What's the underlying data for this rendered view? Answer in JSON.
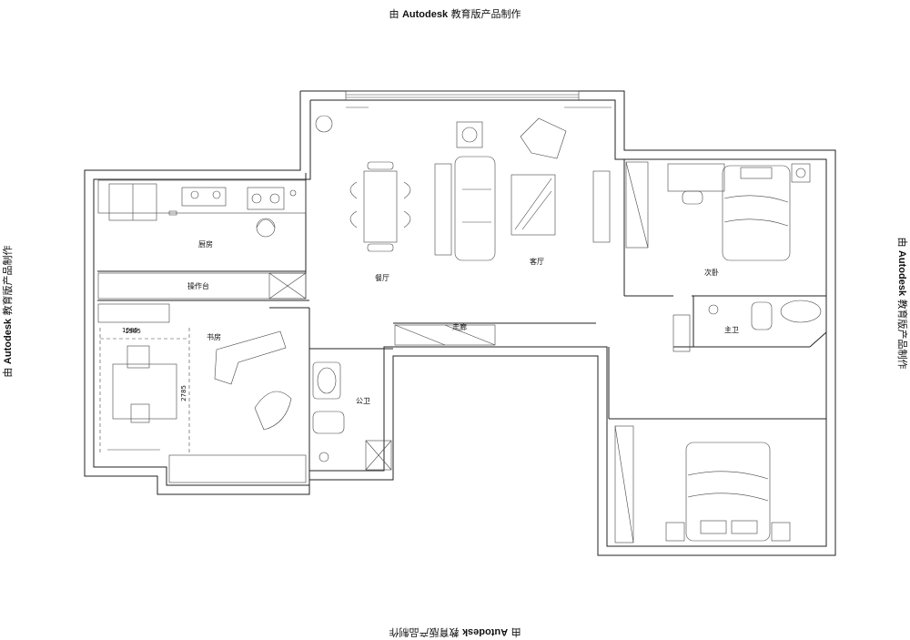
{
  "watermark": {
    "prefix": "由",
    "brand": "Autodesk",
    "suffix": "教育版产品制作"
  },
  "rooms": {
    "kitchen": "厨房",
    "counter": "操作台",
    "dining": "餐厅",
    "living": "客厅",
    "hallway": "走廊",
    "second_bedroom": "次卧",
    "master_bath": "主卫",
    "study": "书房",
    "public_bath": "公卫"
  },
  "dimensions": {
    "study_width_1": "1585",
    "study_width_2": "1585",
    "study_depth": "2785"
  },
  "colors": {
    "line": "#222222",
    "background": "#ffffff"
  }
}
